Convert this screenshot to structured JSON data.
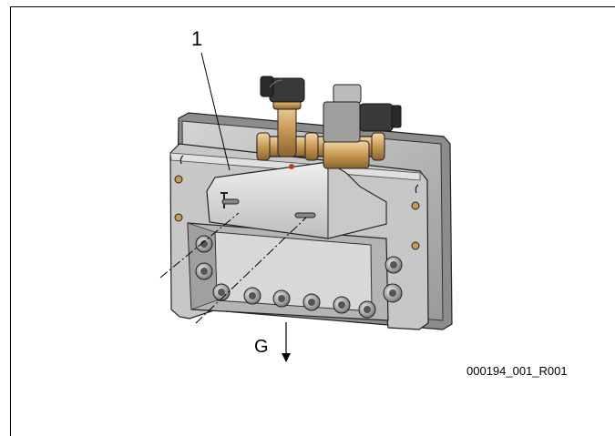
{
  "figure": {
    "callout_number": "1",
    "flow_label": "G",
    "reference_code": "000194_001_R001"
  }
}
